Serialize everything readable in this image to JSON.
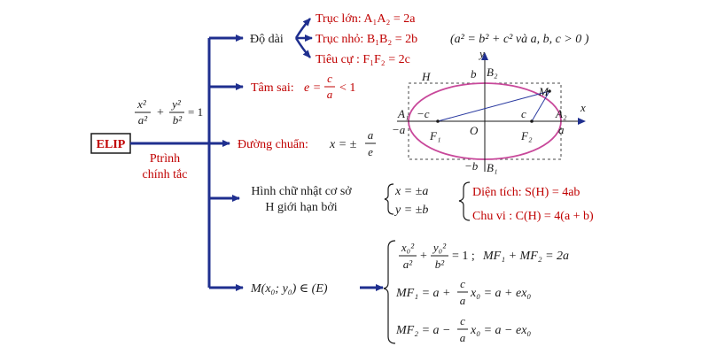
{
  "colors": {
    "arrow": "#1f2f8f",
    "text_red": "#c00000",
    "text_dark": "#1a1a1a",
    "ellipse": "#c8489a",
    "box_dash": "#444444"
  },
  "root": {
    "label": "ELIP",
    "eq_num_x": "x²",
    "eq_den_a": "a²",
    "eq_num_y": "y²",
    "eq_den_b": "b²",
    "eq_rhs": "= 1",
    "eq_plus": "+",
    "subtitle_1": "Ptrình",
    "subtitle_2": "chính tắc"
  },
  "branches": {
    "do_dai": {
      "label": "Độ dài",
      "truc_lon": "Trục lớn: A₁A₂ = 2a",
      "truc_nho": "Trục nhỏ: B₁B₂ = 2b",
      "tieu_cu": "Tiêu cự : F₁F₂ = 2c",
      "relation": "(a² = b² + c² và a, b, c > 0 )"
    },
    "tam_sai": {
      "label": "Tâm sai:",
      "expr_left": "e =",
      "frac_num": "c",
      "frac_den": "a",
      "expr_right": "< 1"
    },
    "duong_chuan": {
      "label": "Đường chuẩn:",
      "expr_left": "x = ±",
      "frac_num": "a",
      "frac_den": "e"
    },
    "hinh_chu_nhat": {
      "label_1": "Hình chữ nhật cơ sở",
      "label_2": "H giới hạn bởi",
      "cond_1": "x = ±a",
      "cond_2": "y = ±b",
      "dien_tich": "Diện tích: S(H) = 4ab",
      "chu_vi": "Chu vi : C(H) = 4(a + b)"
    },
    "point_m": {
      "label": "M(x₀; y₀) ∈ (E)",
      "line1_num_x": "x₀²",
      "line1_den_a": "a²",
      "line1_plus": "+",
      "line1_num_y": "y₀²",
      "line1_den_b": "b²",
      "line1_rhs": "= 1 ;",
      "line1_sum": "MF₁ + MF₂ = 2a",
      "line2_left": "MF₁ = a +",
      "line2_num": "c",
      "line2_den": "a",
      "line2_right": "x₀ = a + ex₀",
      "line3_left": "MF₂ = a −",
      "line3_num": "c",
      "line3_den": "a",
      "line3_right": "x₀ = a − ex₀"
    }
  },
  "figure": {
    "H": "H",
    "y_axis": "y",
    "x_axis": "x",
    "O": "O",
    "A1": "A₁",
    "A2": "A₂",
    "B1": "B₁",
    "B2": "B₂",
    "F1": "F₁",
    "F2": "F₂",
    "M": "M",
    "neg_a": "−a",
    "pos_a": "a",
    "b_label": "b",
    "neg_b": "−b",
    "neg_c": "−c",
    "pos_c": "c"
  }
}
